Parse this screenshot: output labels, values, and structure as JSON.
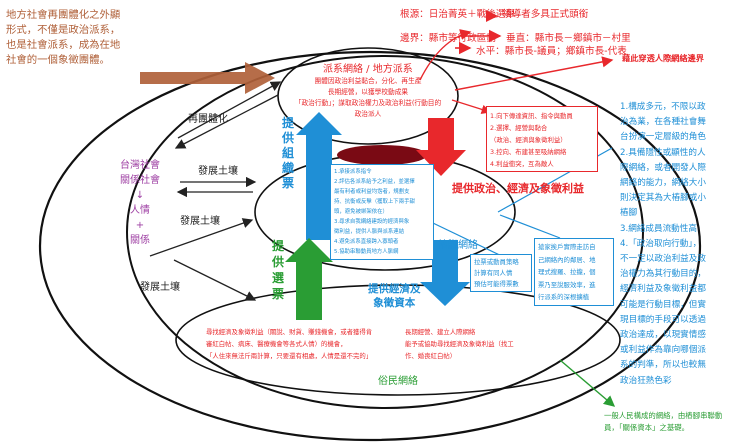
{
  "colors": {
    "brown": "#b0613a",
    "purple": "#9e3fa3",
    "red": "#e8282c",
    "blue": "#1f8fd6",
    "green": "#2a9d34",
    "dark": "#222222",
    "darkred": "#7a0a14"
  },
  "top_left_note": [
    "地方社會再團體化之外顯",
    "形式，不僅是政治派系，",
    "也是社會派系，成為在地",
    "社會的一個象徵團體。"
  ],
  "top_right": {
    "line1": "根源：日治菁英＋戰後選舉",
    "line1b": "領導者多具正式頭銜",
    "line2": "邊界：縣市等行政區劃",
    "line2b": "垂直：縣市長－鄉鎮市－村里",
    "line3": "水平：縣市長-議員；鄉鎮市長-代表"
  },
  "faction": {
    "title": "派系網絡 / 地方派系",
    "lines": [
      "團體因政治利益黏合，分化、再生產",
      "長期經營，以獲學校動成果",
      "「政治行動」；謀取政治權力及政治利益(行動目的",
      "政治派人"
    ]
  },
  "cross_label": "藉此穿透人際網絡邊界",
  "left_labels": {
    "regroup": "再團體化",
    "develop1": "發展土壤",
    "develop2": "發展土壤",
    "develop3": "發展土壤"
  },
  "taiwan_society": [
    "台灣社會",
    "關係社會",
    "↓",
    "人情",
    "+",
    "關係"
  ],
  "arrows": {
    "blue_up": "提供組織票",
    "green_up": "提供選票",
    "red_down": "提供政治、經濟及象徵利益",
    "blue_down": [
      "提供經濟及",
      "象徵資本"
    ]
  },
  "red_box": [
    "1.向下傳達資訊、指令與動員",
    "2.選擇、經營與黏合",
    "（政治、經濟與象徵利益）",
    "3.控向、布建甚至吸納網絡",
    "4.利益衝突，互為敵人"
  ],
  "blue_box": [
    "1.承接派系指令",
    "2.評估各派系給予之利益，並選擇",
    "最有利者或利益均霑者，規劃支",
    "持、抗衡或反擊（獲取上下兩手甜",
    "頭，避免被綁架依在）",
    "3.尋求自我網絡建設的經濟與象",
    "徵利益，提供人脈與派系連結",
    "4.避免派系直接跨入寡頭者",
    "5.協助串聯動員地方人脈網"
  ],
  "node_label": "樁腳網絡",
  "node_right_box": [
    "拉票或動員策略",
    "計算有同人情",
    "預估可能得票數"
  ],
  "node_right_box2": [
    "搶家挨戶實際走訪自",
    "己網絡內的鄰居、地",
    "理式搜羅、拉攏，個",
    "票乃至說服效率，進",
    "行派系的深根擴植"
  ],
  "right_panel": [
    "1.構成多元，不限以政",
    "治為業，在各種社會舞",
    "台扮演一定層級的角色",
    "2.具備隱性或顯性的人",
    "際網絡，或者開發人際",
    "網絡的能力，網絡大小",
    "則決定其為大樁腳或小",
    "樁腳",
    "3.網絡成員流動性高",
    "4.「政治取向行動」，",
    "不一定以政治利益及政",
    "治權力為其行動目的，",
    "經濟利益及象徵利益都",
    "可能是行動目標，但實",
    "現目標的手段可以透過",
    "政治達成，以現實情感",
    "或利益作為靠向哪個派",
    "系的判準，所以也較無",
    "政治狂熱色彩"
  ],
  "folk": {
    "left_lines": [
      "尋找經濟及象徵利益（關說、財貨、賺錢機會，或者獲得肯",
      "審紅白帖、病床、醫療機會等各式人情）的機會，",
      "「人住來無法斤兩計算，只要還有相處，人情是還不完的」"
    ],
    "right_lines": [
      "長期經營、建立人際網絡",
      "能予或協助尋找經濟及象徵利益（找工",
      "作、婚喪紅白帖）"
    ],
    "label": "俗民網絡"
  },
  "bottom_right_note": [
    "一般人民構成的網絡，由樁腳串聯動",
    "員，「關係資本」之基礎。"
  ]
}
